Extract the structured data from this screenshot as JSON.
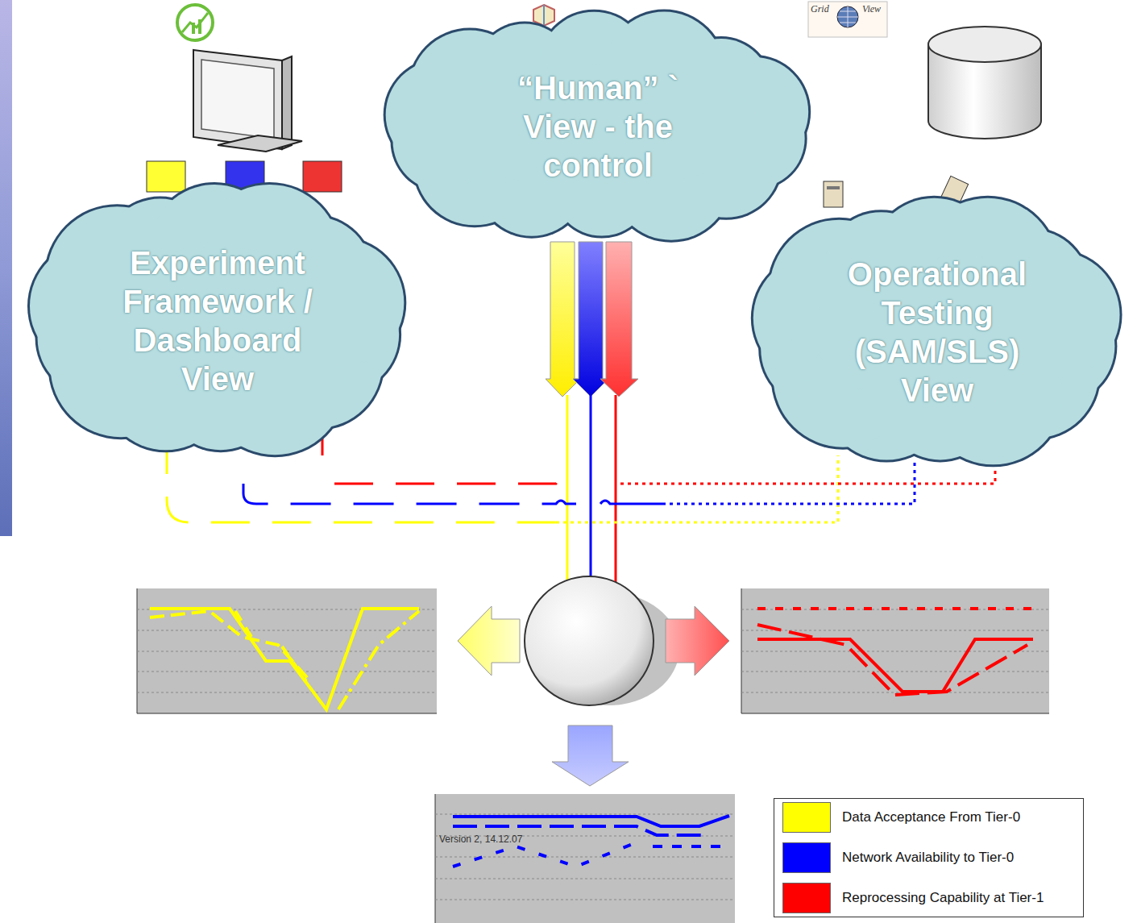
{
  "diagram": {
    "nodes": [
      {
        "text": [
          "Experiment Framework / Dashboard View"
        ]
      },
      {
        "text": [
          "“Human” ` View - the control"
        ]
      },
      {
        "text": [
          "Operational Testing (SAM/SLS) View"
        ]
      }
    ],
    "labels": [
      "Grid",
      "View",
      "Version 2, 14.12.07"
    ],
    "legend": [
      {
        "text": "Data Acceptance From Tier-0",
        "color": "#ffff00"
      },
      {
        "text": "Network Availability to Tier-0",
        "color": "#0000ff"
      },
      {
        "text": "Reprocessing Capability at Tier-1",
        "color": "#ff0000"
      }
    ]
  }
}
